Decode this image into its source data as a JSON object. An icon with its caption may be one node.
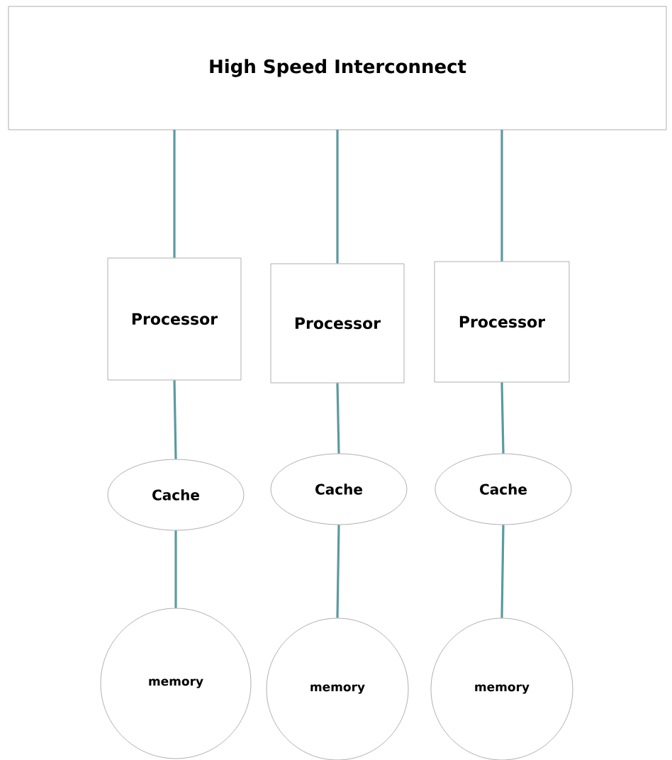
{
  "diagram": {
    "nodes": [
      {
        "text": [
          "High Speed Interconnect"
        ]
      },
      {
        "text": [
          "Processor"
        ]
      },
      {
        "text": [
          "Processor"
        ]
      },
      {
        "text": [
          "Processor"
        ]
      },
      {
        "text": [
          "Cache"
        ]
      },
      {
        "text": [
          "Cache"
        ]
      },
      {
        "text": [
          "Cache"
        ]
      },
      {
        "text": [
          "memory"
        ]
      },
      {
        "text": [
          "memory"
        ]
      },
      {
        "text": [
          "memory"
        ]
      }
    ],
    "edges": [
      {
        "from": 0,
        "to": 1,
        "arrow": "none"
      },
      {
        "from": 0,
        "to": 2,
        "arrow": "none"
      },
      {
        "from": 0,
        "to": 3,
        "arrow": "none"
      },
      {
        "from": 1,
        "to": 4,
        "arrow": "none"
      },
      {
        "from": 2,
        "to": 5,
        "arrow": "none"
      },
      {
        "from": 3,
        "to": 6,
        "arrow": "none"
      },
      {
        "from": 4,
        "to": 7,
        "arrow": "none"
      },
      {
        "from": 5,
        "to": 8,
        "arrow": "none"
      },
      {
        "from": 6,
        "to": 9,
        "arrow": "none"
      }
    ]
  }
}
